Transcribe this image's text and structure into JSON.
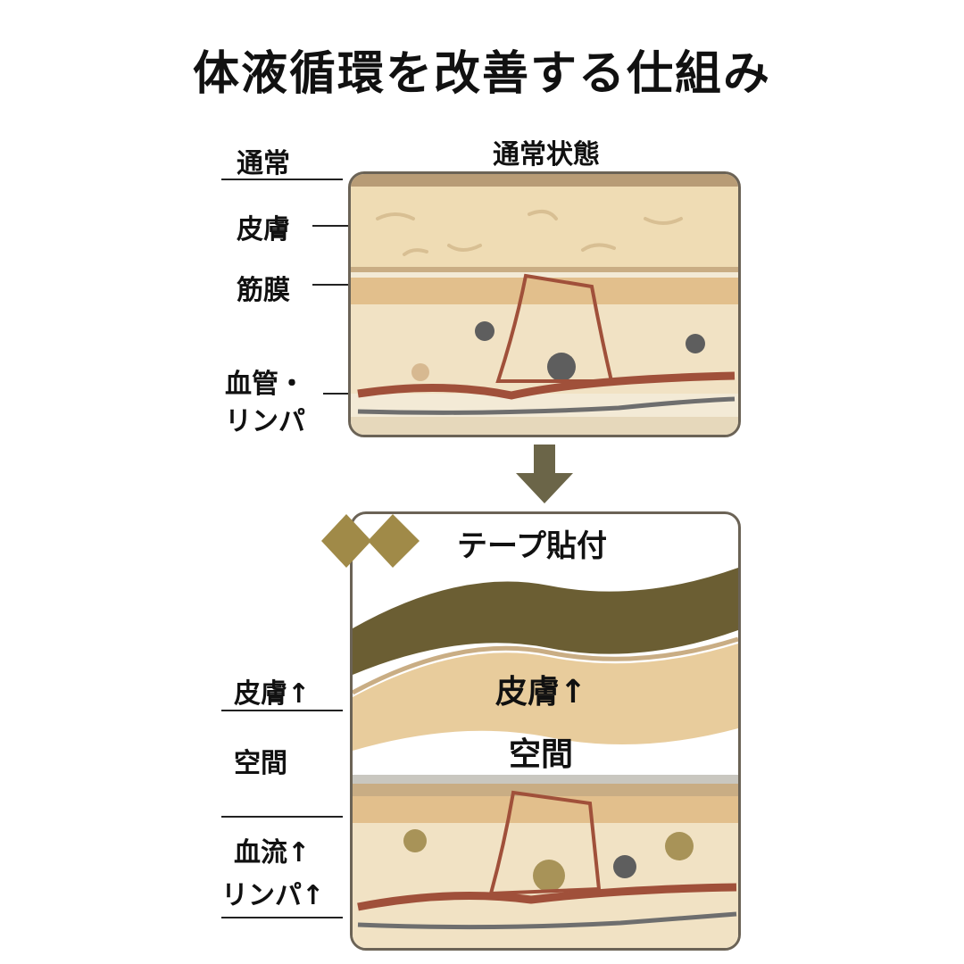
{
  "title": "体液循環を改善する仕組み",
  "normal": {
    "heading": "通常状態",
    "labels": {
      "normal": "通常",
      "skin": "皮膚",
      "fascia": "筋膜",
      "vessels_line1": "血管・",
      "vessels_line2": "リンパ"
    }
  },
  "taped": {
    "heading": "テープ貼付",
    "panel_skin": "皮膚↑",
    "panel_space": "空間",
    "labels": {
      "skin": "皮膚↑",
      "space": "空間",
      "blood": "血流↑",
      "lymph": "リンパ↑"
    }
  },
  "colors": {
    "tape": "#6b5e33",
    "accent_gold": "#a08a48",
    "vessel": "#a0503a",
    "arrow": "#6b6548"
  }
}
